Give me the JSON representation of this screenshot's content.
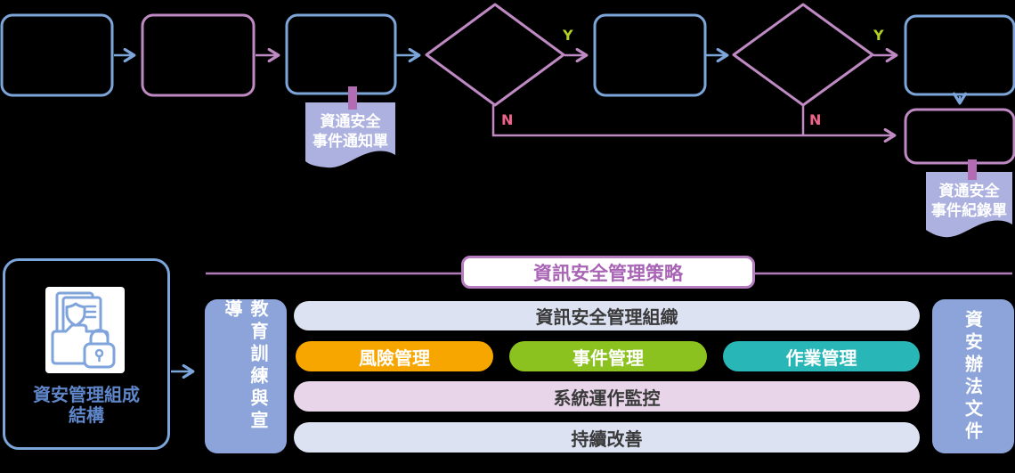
{
  "colors": {
    "bg": "#000000",
    "blue_stroke": "#7CA6DA",
    "purple_stroke": "#BF89C3",
    "yes_green": "#B5CF24",
    "no_pink": "#F2638C",
    "doc_fill": "#ACB1DF",
    "doc_text": "#FFFFFF",
    "tab_fill": "#B26CB4",
    "bar_fill": "#8CA4D9",
    "bar_text": "#FFFFFF",
    "row_light": "#DDE2F3",
    "row_pink": "#E8D5E9",
    "pill_orange": "#F7A600",
    "pill_green": "#8CC21F",
    "pill_teal": "#29B6B6",
    "pill_text": "#FFFFFF",
    "title_text": "#A965B5",
    "title_border": "#B57CC0",
    "title_bg": "#FFFFFF",
    "line_purple": "#B07CB8",
    "label_blue": "#5E86C9",
    "row_text": "#3A3A3A",
    "icon_stroke": "#7FA3DB",
    "icon_bg": "#FFFFFF"
  },
  "flowchart": {
    "decision1": {
      "yes": "Y",
      "no": "N"
    },
    "decision2": {
      "yes": "Y",
      "no": "N"
    },
    "notice_doc": {
      "line1": "資通安全",
      "line2": "事件通知單"
    },
    "record_doc": {
      "line1": "資通安全",
      "line2": "事件紀錄單"
    }
  },
  "structure": {
    "source_box": {
      "line1": "資安管理組成",
      "line2": "結構"
    },
    "strategy_title": "資訊安全管理策略",
    "left_bar": "教育訓練與宣導",
    "right_bar": "資安辦法文件",
    "row_org": "資訊安全管理組織",
    "pills": [
      "風險管理",
      "事件管理",
      "作業管理"
    ],
    "row_monitor": "系統運作監控",
    "row_improve": "持續改善"
  }
}
